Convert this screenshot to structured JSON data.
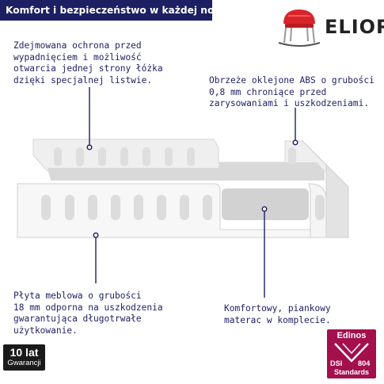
{
  "header": {
    "title": "Komfort i bezpieczeństwo w każdej nocy!"
  },
  "brand": {
    "name": "ELIOR"
  },
  "colors": {
    "navy": "#1d1f63",
    "chair_red": "#d8242b",
    "cert_magenta": "#a3104c"
  },
  "notes": {
    "top_left": "Zdejmowana ochrona przed\nwypadnięciem i możliwość\notwarcia jednej strony łóżka\ndzięki specjalnej listwie.",
    "top_right": "Obrzeże oklejone ABS o grubości\n0,8 mm chroniące przed\nzarysowaniami i uszkodzeniami.",
    "bottom_left": "Płyta meblowa o grubości\n18 mm odporna na uszkodzenia\ngwarantująca długotrwałe\nużytkowanie.",
    "bottom_right": "Komfortowy, piankowy\nmaterac w komplecie."
  },
  "warranty": {
    "years": "10 lat",
    "label": "Gwarancji"
  },
  "certificate": {
    "brand": "Edinos",
    "std1": "DSI",
    "std2": "804",
    "std3": "Standards"
  }
}
